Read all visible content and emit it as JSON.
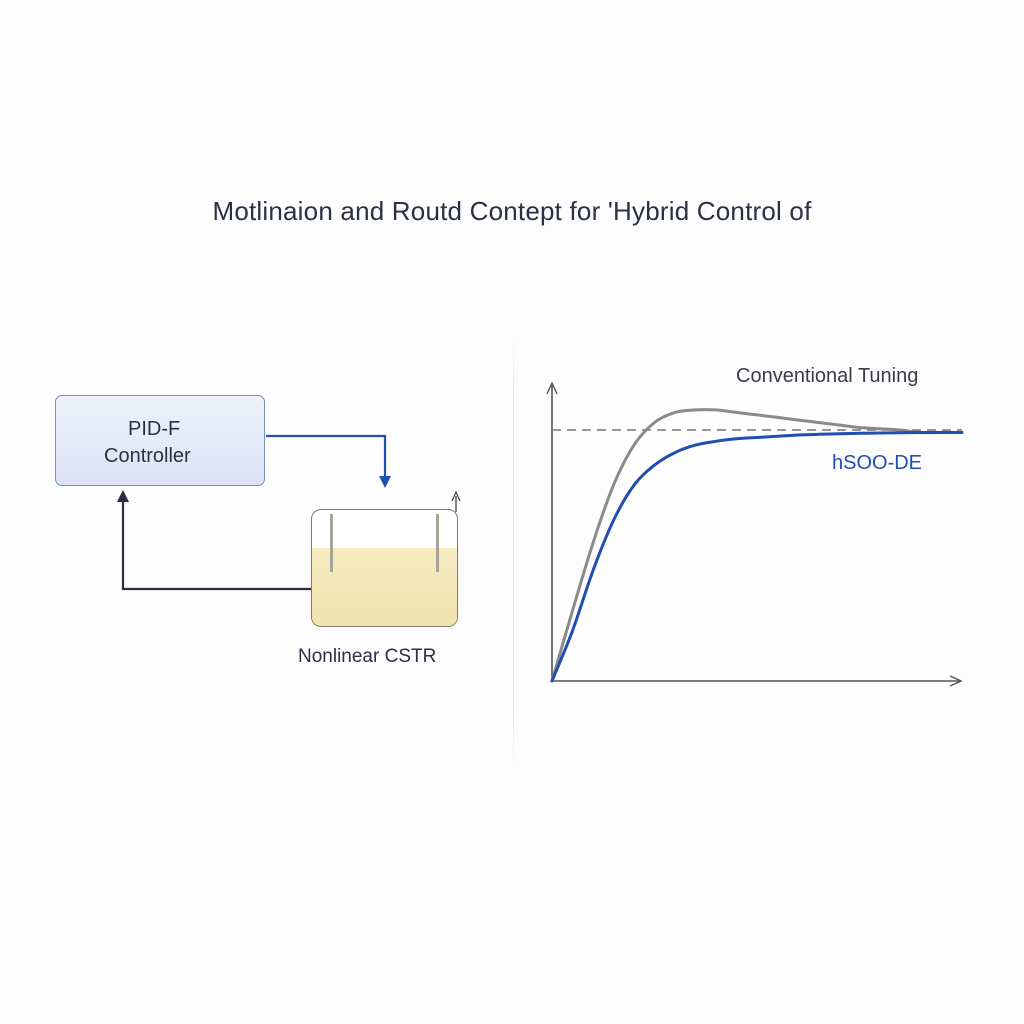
{
  "title": "Motlinaion and Routd Contept for 'Hybrid Control of",
  "diagram": {
    "controller": {
      "line1": "PID-F",
      "line2": "Controller"
    },
    "plant": {
      "label": "Nonlinear CSTR"
    }
  },
  "chart_data": {
    "type": "line",
    "title": "",
    "xlabel": "",
    "ylabel": "",
    "grid": false,
    "setpoint": 1.0,
    "x": [
      0,
      0.05,
      0.1,
      0.15,
      0.2,
      0.25,
      0.3,
      0.35,
      0.4,
      0.45,
      0.5,
      0.55,
      0.6,
      0.65,
      0.7,
      0.75,
      0.8,
      0.85,
      0.9,
      0.95,
      1.0
    ],
    "series": [
      {
        "name": "Conventional Tuning",
        "color": "#8a8a8a",
        "values": [
          0,
          0.28,
          0.55,
          0.78,
          0.94,
          1.03,
          1.07,
          1.08,
          1.08,
          1.07,
          1.06,
          1.05,
          1.04,
          1.03,
          1.02,
          1.01,
          1.005,
          1.0,
          0.99,
          0.99,
          0.99
        ]
      },
      {
        "name": "hSOO-DE",
        "color": "#1f4fb0",
        "values": [
          0,
          0.2,
          0.44,
          0.64,
          0.78,
          0.86,
          0.91,
          0.94,
          0.955,
          0.965,
          0.97,
          0.975,
          0.98,
          0.983,
          0.985,
          0.987,
          0.988,
          0.989,
          0.99,
          0.99,
          0.99
        ]
      }
    ]
  }
}
